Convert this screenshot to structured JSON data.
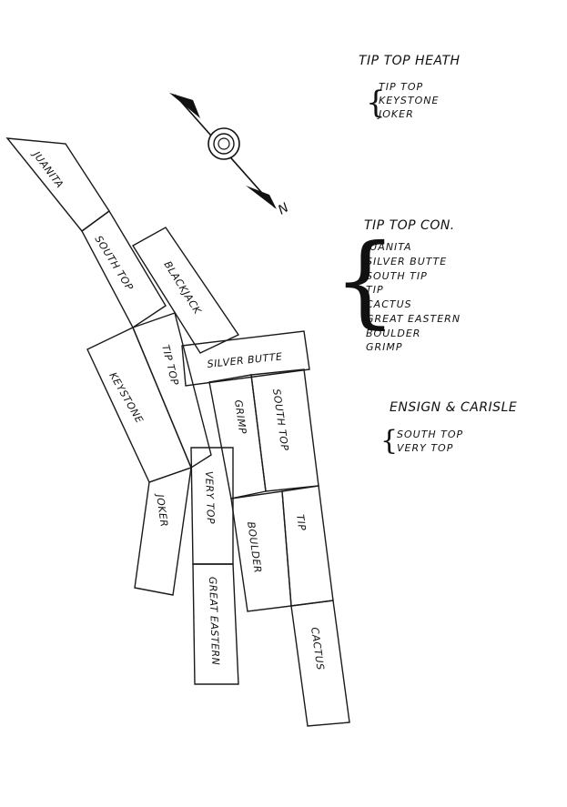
{
  "map": {
    "north_arrow": {
      "label": "N"
    },
    "claims": {
      "juanita": "JUANITA",
      "south_top": "SOUTH TOP",
      "blackjack": "BLACKJACK",
      "keystone": "KEYSTONE",
      "tip_top": "TIP TOP",
      "silver_butte": "SILVER BUTTE",
      "grimp": "GRIMP",
      "south_top_2": "SOUTH TOP",
      "joker": "JOKER",
      "very_top": "VERY TOP",
      "boulder": "BOULDER",
      "tip": "TIP",
      "great_eastern": "GREAT EASTERN",
      "cactus": "CACTUS"
    }
  },
  "legend": {
    "groups": [
      {
        "title": "TIP TOP HEATH",
        "items": [
          "TIP TOP",
          "KEYSTONE",
          "JOKER"
        ]
      },
      {
        "title": "TIP TOP CON.",
        "items": [
          "JUANITA",
          "SILVER BUTTE",
          "SOUTH TIP",
          "TIP",
          "CACTUS",
          "GREAT EASTERN",
          "BOULDER",
          "GRIMP"
        ]
      },
      {
        "title": "ENSIGN & CARISLE",
        "items": [
          "SOUTH TOP",
          "VERY TOP"
        ]
      }
    ]
  }
}
